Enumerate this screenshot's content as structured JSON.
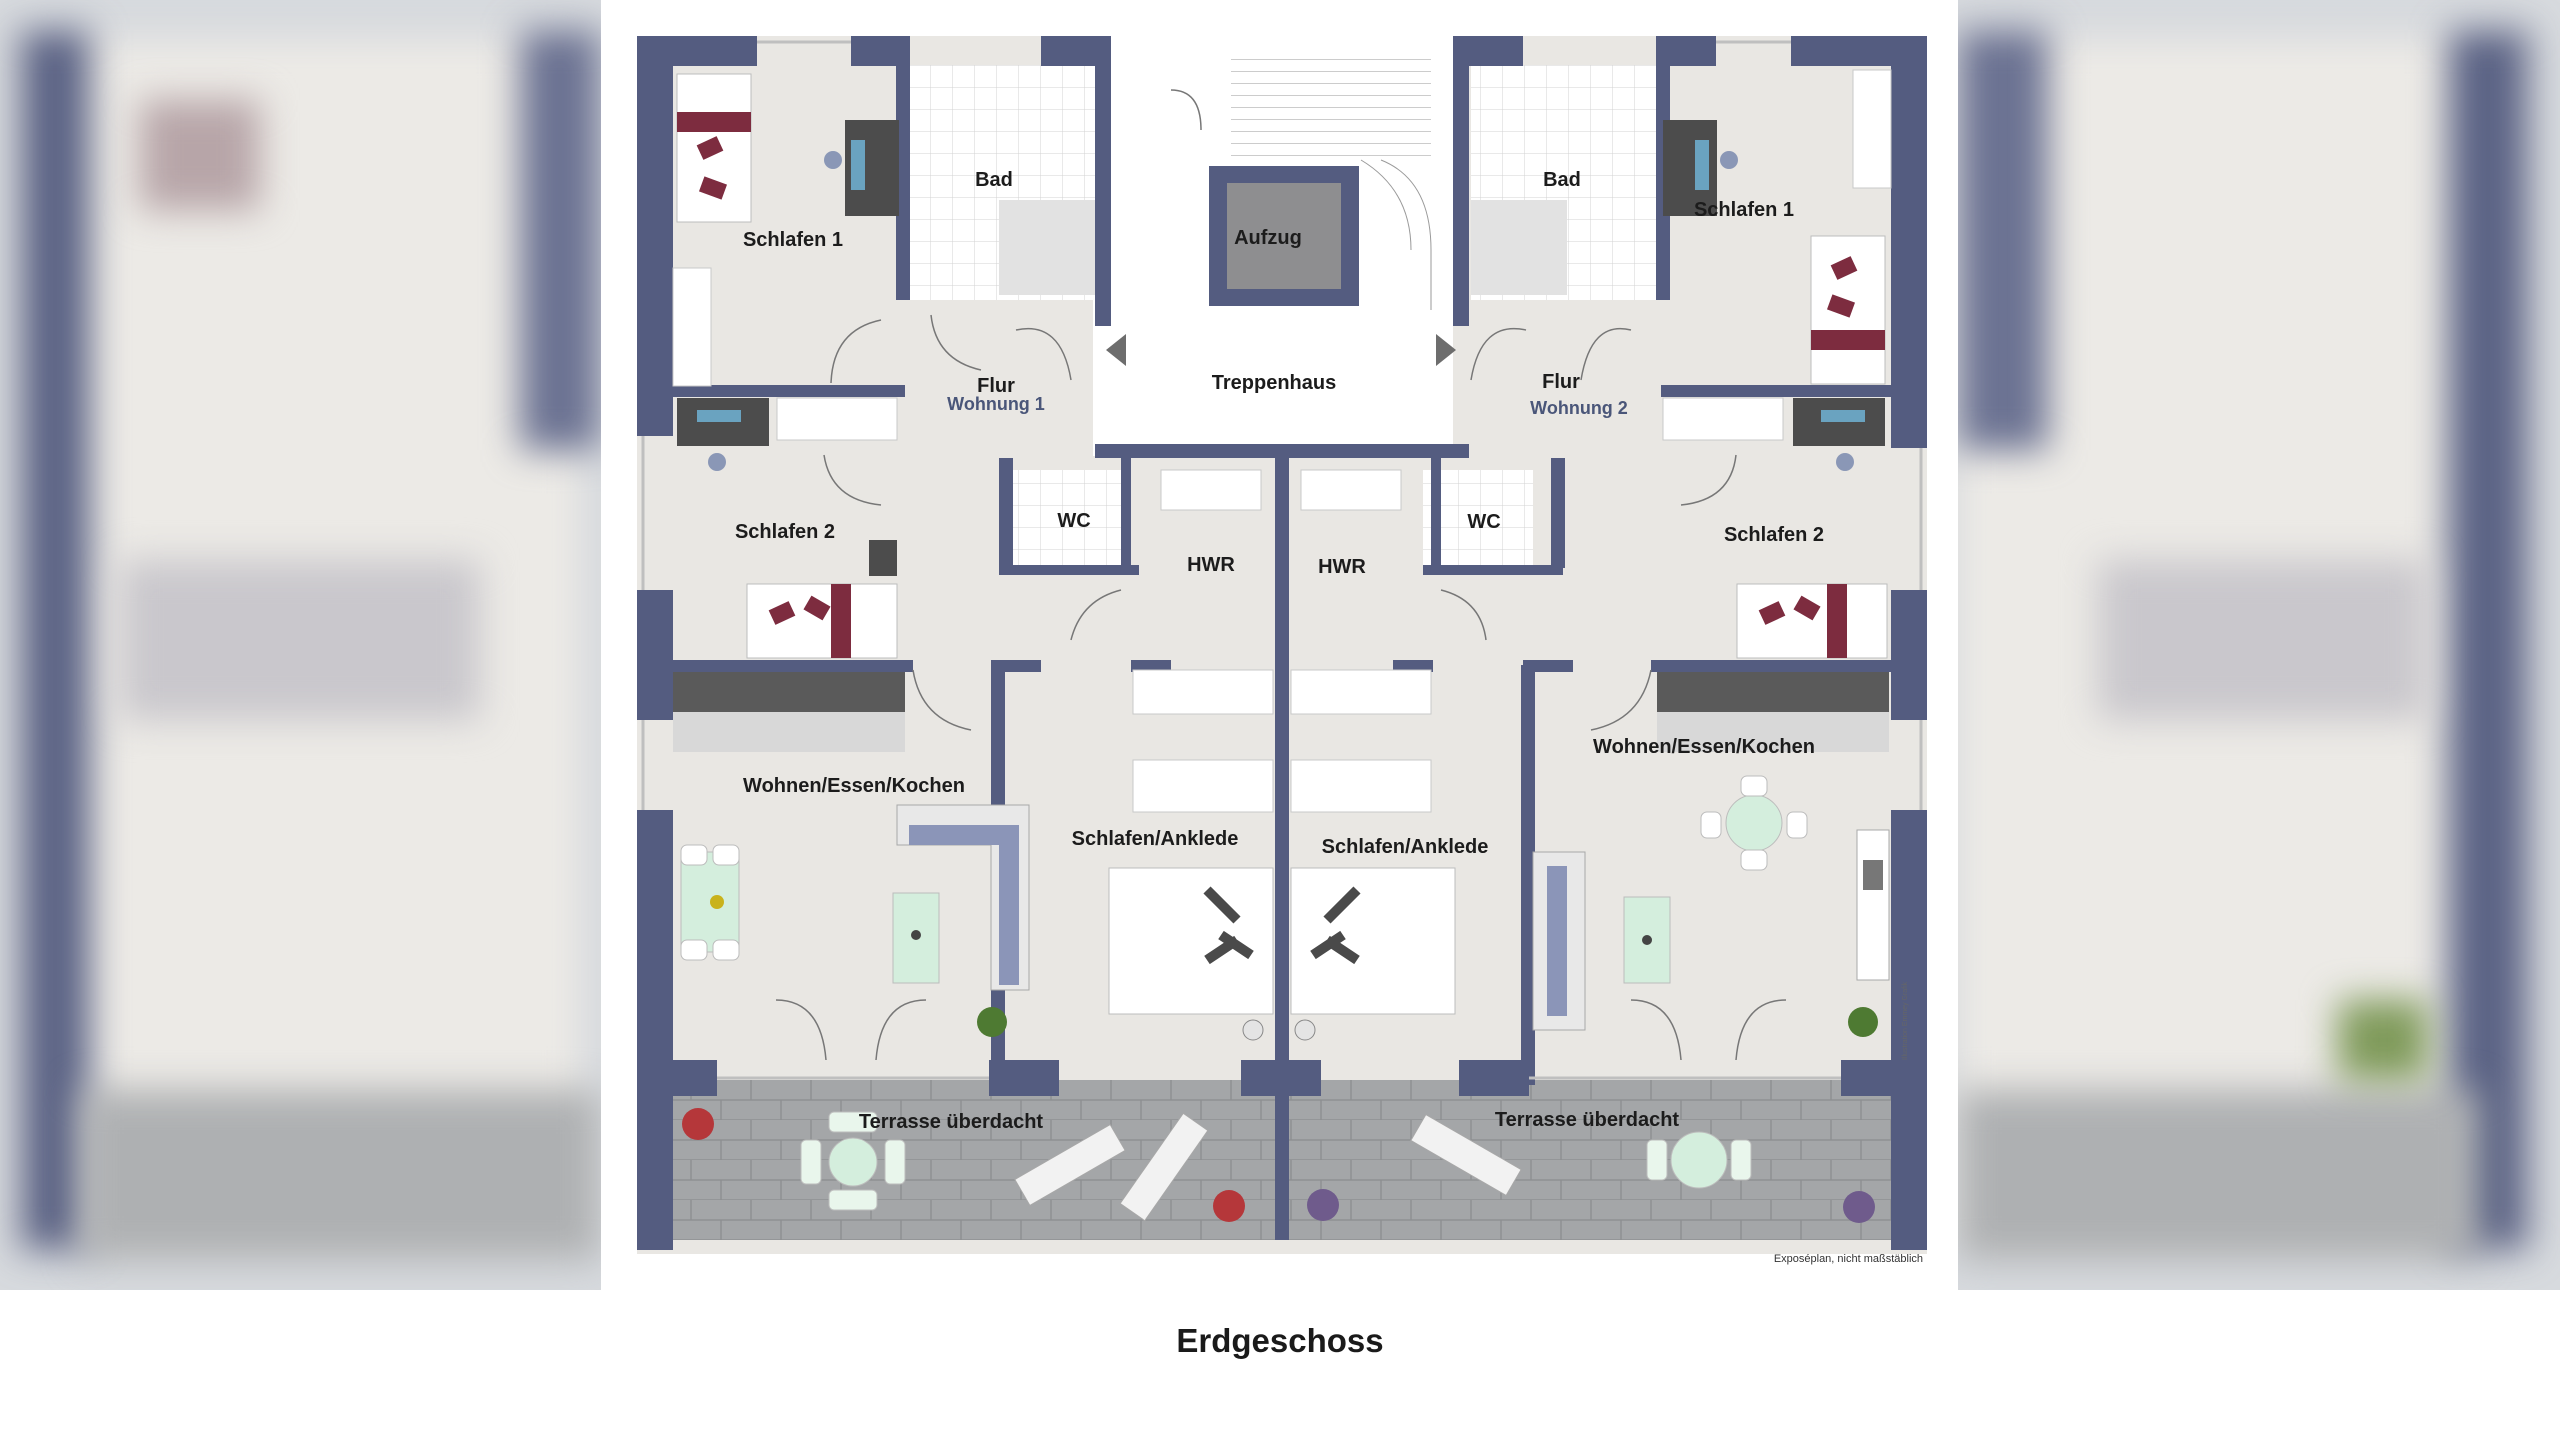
{
  "floorplan": {
    "title": "Erdgeschoss",
    "disclaimer": "Exposéplan, nicht maßstäblich",
    "side_watermark": "Illustration Emmey Grafik",
    "nav": {
      "prev_icon": "chevron-left-icon",
      "next_icon": "chevron-right-icon"
    },
    "colors": {
      "wall": "#545c80",
      "floor": "#e9e7e3",
      "tile": "#ffffff",
      "terrace": "#a7a9ab"
    },
    "rooms": {
      "w1_schlafen1": "Schlafen 1",
      "w1_bad": "Bad",
      "aufzug": "Aufzug",
      "w2_bad": "Bad",
      "w2_schlafen1": "Schlafen 1",
      "w1_flur": "Flur",
      "w1_wohnung": "Wohnung 1",
      "treppenhaus": "Treppenhaus",
      "w2_flur": "Flur",
      "w2_wohnung": "Wohnung 2",
      "w1_schlafen2": "Schlafen 2",
      "w1_wc": "WC",
      "w1_hwr": "HWR",
      "w2_hwr": "HWR",
      "w2_wc": "WC",
      "w2_schlafen2": "Schlafen 2",
      "w1_wohnen": "Wohnen/Essen/Kochen",
      "w2_wohnen": "Wohnen/Essen/Kochen",
      "w1_anklede": "Schlafen/Anklede",
      "w2_anklede": "Schlafen/Anklede",
      "w1_terrasse": "Terrasse überdacht",
      "w2_terrasse": "Terrasse überdacht"
    }
  }
}
